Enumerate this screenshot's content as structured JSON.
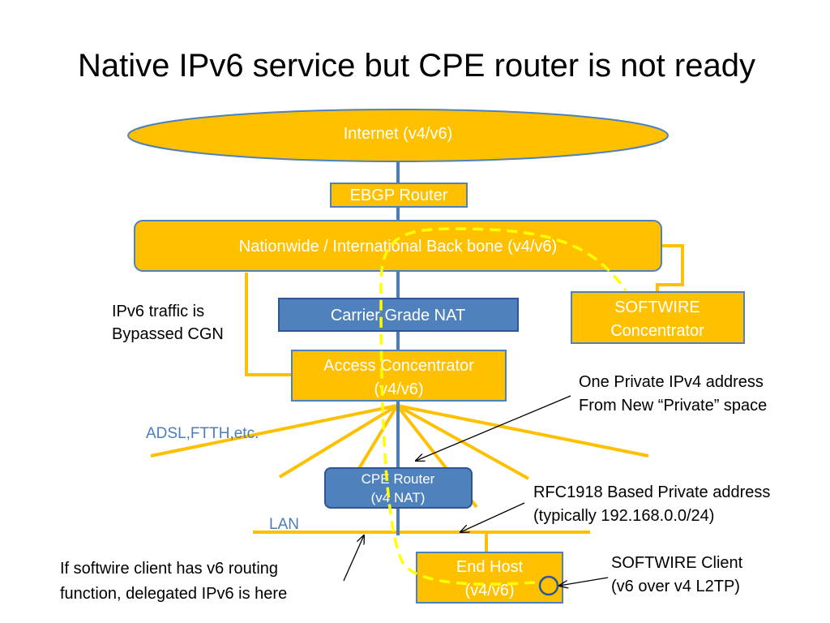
{
  "title": "Native IPv6 service but CPE router is not ready",
  "colors": {
    "node_fill": "#ffc000",
    "node_stroke": "#4f81bd",
    "blue_fill": "#4f81bd",
    "blue_stroke": "#2f5597",
    "path_dash": "#ffff00",
    "link_blue": "#4a7ebb",
    "link_orange": "#ffc000",
    "label_blue": "#4a7ebb"
  },
  "nodes": {
    "internet": "Internet (v4/v6)",
    "ebgp_router": "EBGP Router",
    "backbone": "Nationwide / International  Back bone (v4/v6)",
    "cgn": "Carrier Grade NAT",
    "softwire_concentrator": [
      "SOFTWIRE",
      "Concentrator"
    ],
    "access_concentrator": [
      "Access Concentrator",
      "(v4/v6)"
    ],
    "cpe_router": [
      "CPE Router",
      "(v4 NAT)"
    ],
    "end_host": [
      "End Host",
      "(v4/v6)"
    ]
  },
  "labels": {
    "adsl": "ADSL,FTTH,etc.",
    "lan": "LAN"
  },
  "annotations": {
    "ipv6_bypass": [
      "IPv6 traffic is",
      "Bypassed CGN"
    ],
    "one_private": [
      "One Private IPv4 address",
      "From New “Private”  space"
    ],
    "rfc1918": [
      "RFC1918 Based Private address",
      "(typically 192.168.0.0/24)"
    ],
    "softwire_client": [
      "SOFTWIRE Client",
      "(v6 over v4 L2TP)"
    ],
    "delegated": [
      "If softwire client has v6 routing",
      "function, delegated IPv6 is here"
    ]
  }
}
